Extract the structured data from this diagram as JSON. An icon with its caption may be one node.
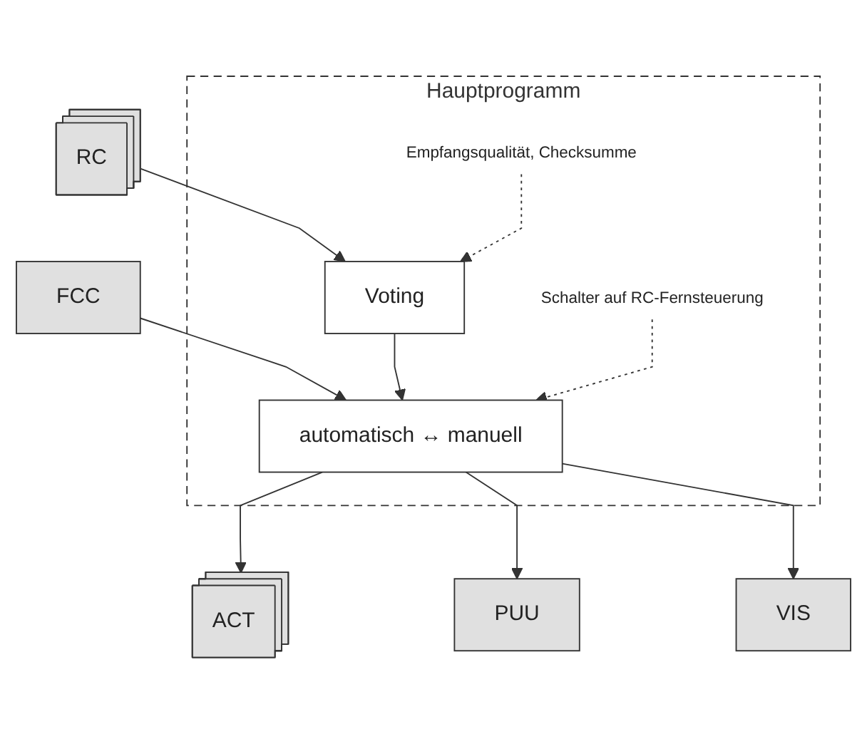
{
  "diagram": {
    "nodes": [
      {
        "text": [
          "FCC"
        ]
      },
      {
        "text": [
          "RC"
        ]
      },
      {
        "text": [
          "Hauptprogramm"
        ]
      },
      {
        "text": [
          "Empfangsqualität, Checksumme"
        ],
        "in": 2
      },
      {
        "text": [
          "Voting"
        ],
        "in": 2
      },
      {
        "text": [
          "Schalter auf RC-Fernsteuerung"
        ],
        "in": 2
      },
      {
        "text": [
          "automatisch ↔ manuell"
        ],
        "in": 2
      },
      {
        "text": [
          "ACT"
        ]
      },
      {
        "text": [
          "PUU"
        ]
      },
      {
        "text": [
          "VIS"
        ]
      }
    ],
    "edges": [
      {
        "from": 1,
        "to": 4,
        "arrow": "to"
      },
      {
        "from": 3,
        "to": 4,
        "arrow": "to",
        "style": "dashed"
      },
      {
        "from": 0,
        "to": 6,
        "arrow": "to"
      },
      {
        "from": 4,
        "to": 6,
        "arrow": "to"
      },
      {
        "from": 5,
        "to": 6,
        "arrow": "to",
        "style": "dashed"
      },
      {
        "from": 6,
        "to": 7,
        "arrow": "to"
      },
      {
        "from": 6,
        "to": 8,
        "arrow": "to"
      },
      {
        "from": 6,
        "to": 9,
        "arrow": "to"
      }
    ]
  }
}
